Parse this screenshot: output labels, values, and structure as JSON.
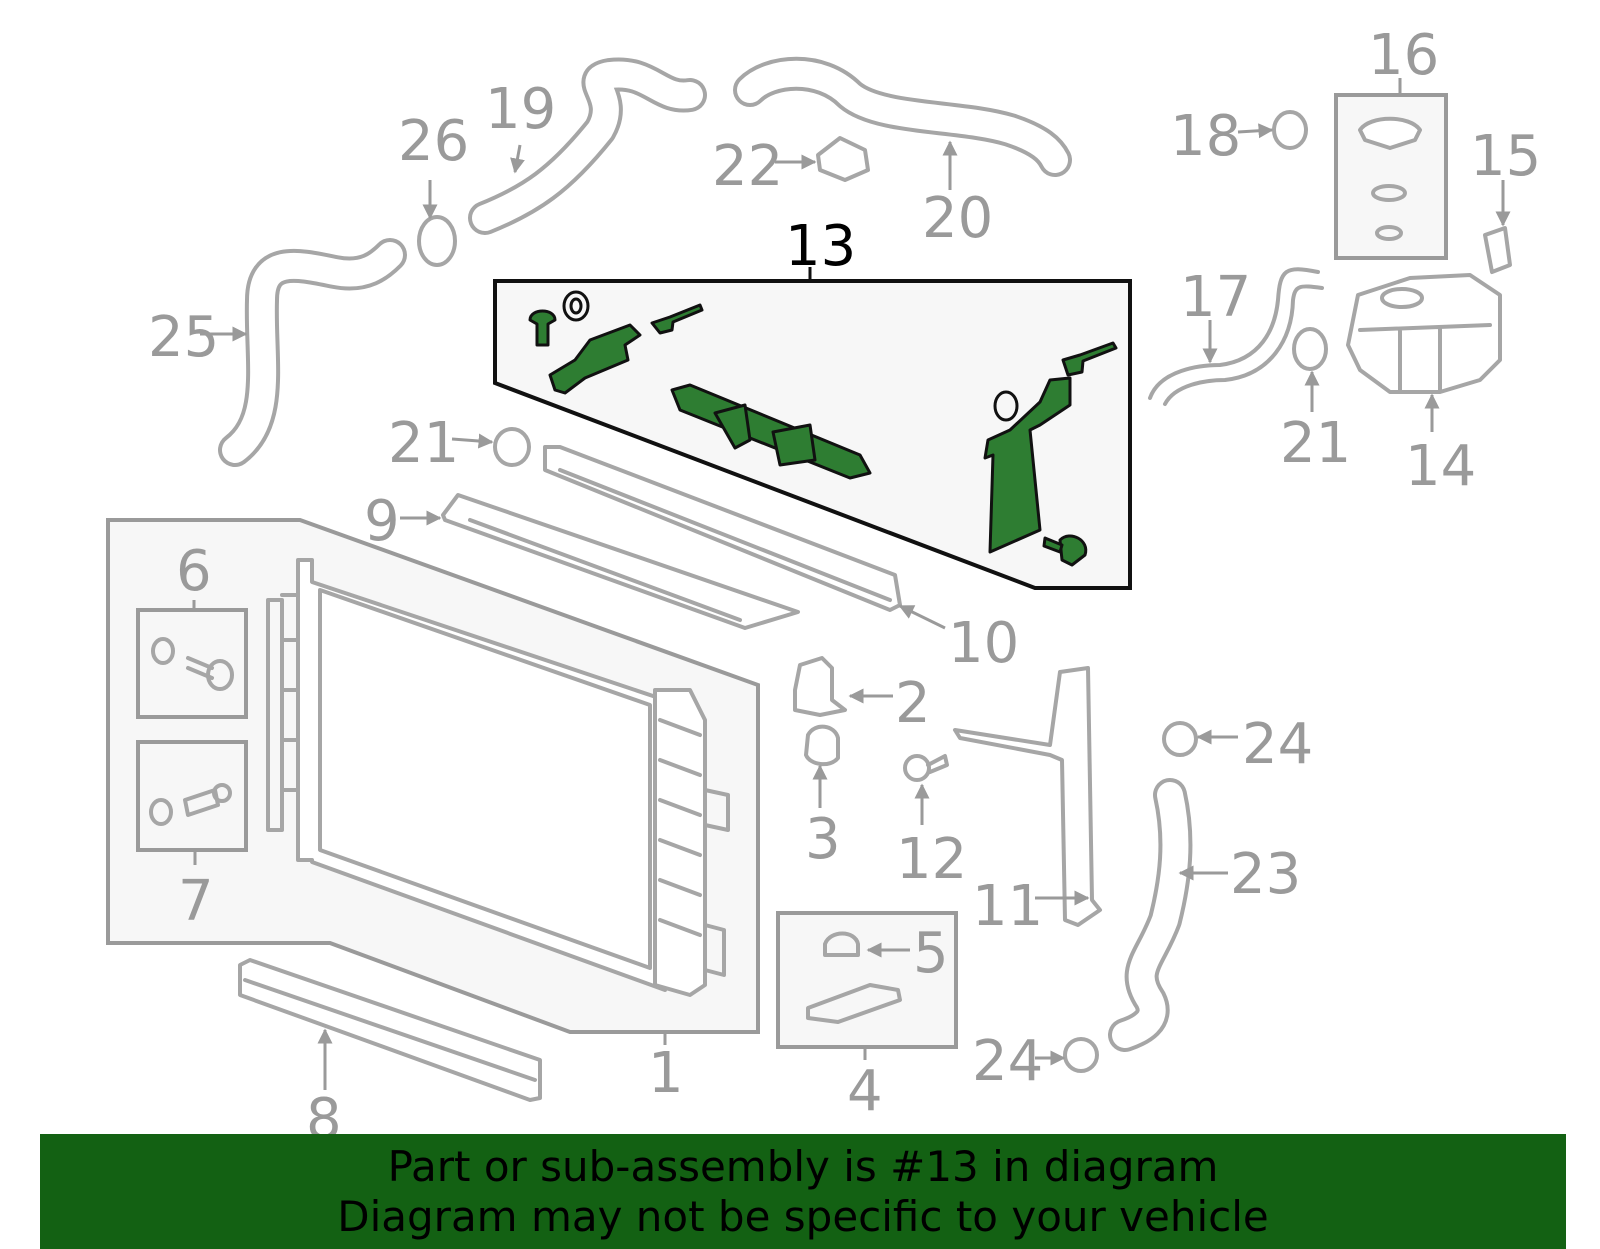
{
  "banner": {
    "line1": "Part or sub-assembly is #13 in diagram",
    "line2": "Diagram may not be specific to your vehicle"
  },
  "highlight_color": "#2e7d32",
  "banner_color": "#136113",
  "callouts": {
    "c1": "1",
    "c2": "2",
    "c3": "3",
    "c4": "4",
    "c5": "5",
    "c6": "6",
    "c7": "7",
    "c8": "8",
    "c9": "9",
    "c10": "10",
    "c11": "11",
    "c12": "12",
    "c13": "13",
    "c14": "14",
    "c15": "15",
    "c16": "16",
    "c17": "17",
    "c18": "18",
    "c19": "19",
    "c20": "20",
    "c21a": "21",
    "c21b": "21",
    "c22": "22",
    "c23": "23",
    "c24a": "24",
    "c24b": "24",
    "c25": "25",
    "c26": "26"
  }
}
